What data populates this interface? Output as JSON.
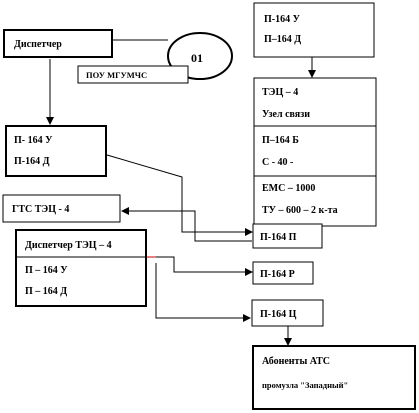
{
  "nodes": {
    "dispatcher": "Диспетчер",
    "circle_label": "01",
    "pou": "ПОУ МГУМЧС",
    "top_right_line1": "П-164 У",
    "top_right_line2": "П–164 Д",
    "tec_line1": "ТЭЦ – 4",
    "tec_line2": "Узел связи",
    "tec_line3": "П–164 Б",
    "tec_line4": "С - 40 -",
    "tec_line5": "ЕМС – 1000",
    "tec_line6": "ТУ – 600 – 2 к-та",
    "left_mid_line1": "П- 164 У",
    "left_mid_line2": "П-164 Д",
    "gts": "ГТС ТЭЦ - 4",
    "disp_tec_line1": "Диспетчер ТЭЦ – 4",
    "disp_tec_line2": "П – 164 У",
    "disp_tec_line3": "П – 164 Д",
    "p164p": "П-164 П",
    "p164r": "П-164 Р",
    "p164c": "П-164 Ц",
    "abon_line1": "Абоненты АТС",
    "abon_line2": "промузла \"Западный\""
  },
  "colors": {
    "line": "#000000",
    "accent_line": "#cc0000",
    "background": "#ffffff"
  }
}
